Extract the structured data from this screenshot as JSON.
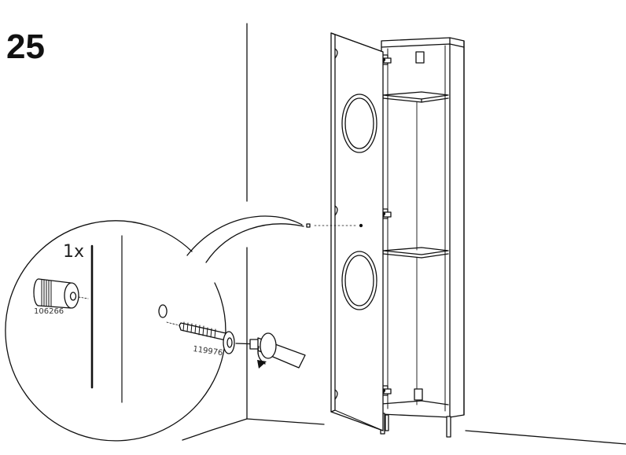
{
  "step": {
    "number": "25"
  },
  "hardware": {
    "quantity_label": "1x",
    "cover_cap_part_number": "106266",
    "screw_part_number": "119976"
  },
  "colors": {
    "line": "#111111",
    "background": "#ffffff"
  }
}
